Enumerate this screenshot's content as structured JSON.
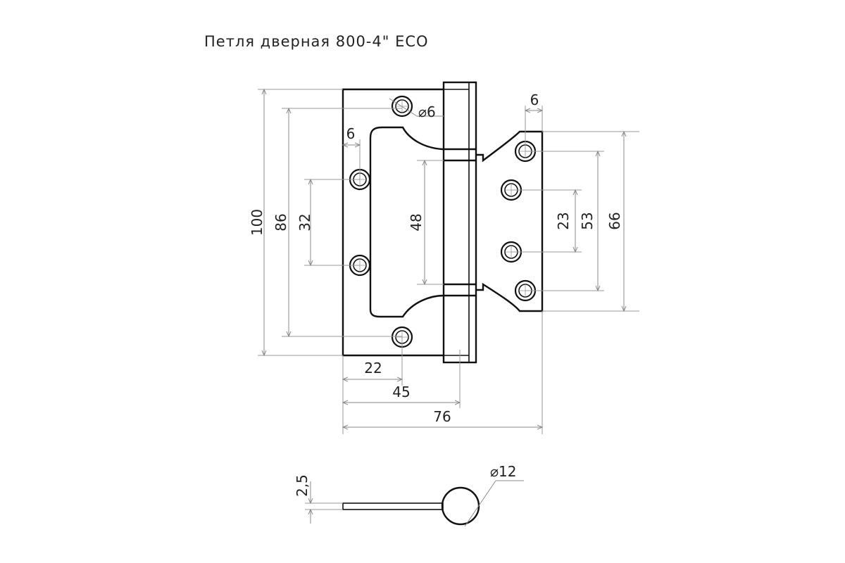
{
  "title": "Петля  дверная 800-4\" ECO",
  "dimensions": {
    "d_hole": "⌀6",
    "off_left": "6",
    "off_right": "6",
    "overall_height": "100",
    "outer_holes": "86",
    "inner_left_holes": "32",
    "cutout_height": "48",
    "right_inner_holes": "23",
    "right_mid_holes": "53",
    "right_plate": "66",
    "w22": "22",
    "w45": "45",
    "w76": "76",
    "thickness": "2,5",
    "d_knuckle": "⌀12"
  }
}
